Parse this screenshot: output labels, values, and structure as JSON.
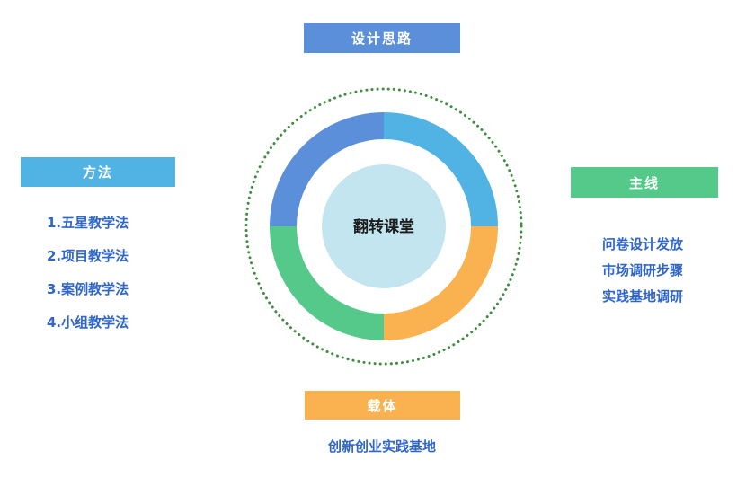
{
  "center": {
    "label": "翻转课堂"
  },
  "sections": {
    "top": {
      "title": "设计思路"
    },
    "left": {
      "title": "方法",
      "items": [
        "1.五星教学法",
        "2.项目教学法",
        "3.案例教学法",
        "4.小组教学法"
      ]
    },
    "right": {
      "title": "主线",
      "items": [
        "问卷设计发放",
        "市场调研步骤",
        "实践基地调研"
      ]
    },
    "bottom": {
      "title": "载体",
      "items": [
        "创新创业实践基地"
      ]
    }
  },
  "colors": {
    "top": "#5b8fd9",
    "left": "#51b3e3",
    "right": "#55c98a",
    "bottom": "#f9b24f",
    "text": "#2f66c9",
    "dots": "#3f8d3f",
    "center_fill": "#c3e5ef"
  }
}
